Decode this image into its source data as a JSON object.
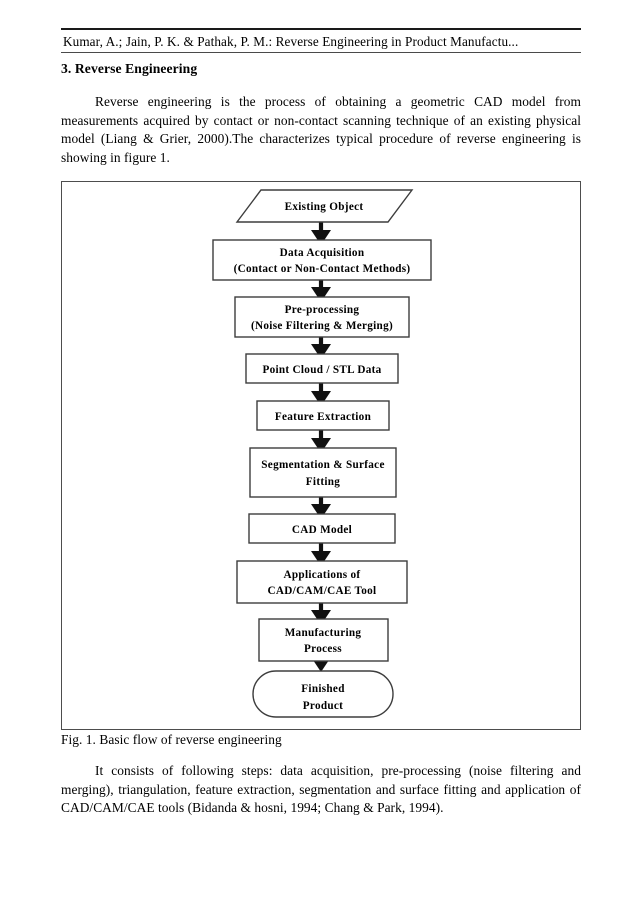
{
  "document": {
    "running_head": "Kumar, A.; Jain, P. K. & Pathak, P. M.: Reverse Engineering in Product Manufactu...",
    "section_heading": "3. Reverse Engineering",
    "paragraph_intro": "Reverse engineering is the process of obtaining a geometric CAD model from measurements acquired by contact or non-contact scanning technique of an existing physical model (Liang & Grier, 2000).The characterizes typical procedure of reverse engineering is showing in figure 1.",
    "figure_caption": "Fig. 1. Basic flow of reverse engineering",
    "paragraph_steps": "It consists of following steps: data acquisition, pre-processing (noise filtering and merging), triangulation, feature extraction, segmentation and surface fitting and application of CAD/CAM/CAE tools (Bidanda & hosni, 1994; Chang & Park, 1994)."
  },
  "figure": {
    "title": "Basic flow of reverse engineering",
    "nodes": [
      {
        "id": "existing-object",
        "shape": "parallelogram",
        "lines": [
          "Existing Object"
        ]
      },
      {
        "id": "data-acquisition",
        "shape": "rect",
        "lines": [
          "Data Acquisition",
          "(Contact or Non-Contact Methods)"
        ]
      },
      {
        "id": "pre-processing",
        "shape": "rect",
        "lines": [
          "Pre-processing",
          "(Noise Filtering & Merging)"
        ]
      },
      {
        "id": "point-cloud",
        "shape": "rect",
        "lines": [
          "Point Cloud / STL Data"
        ]
      },
      {
        "id": "feature-extraction",
        "shape": "rect",
        "lines": [
          "Feature Extraction"
        ]
      },
      {
        "id": "segmentation",
        "shape": "rect",
        "lines": [
          "Segmentation & Surface",
          "Fitting"
        ]
      },
      {
        "id": "cad-model",
        "shape": "rect",
        "lines": [
          "CAD Model"
        ]
      },
      {
        "id": "applications",
        "shape": "rect",
        "lines": [
          "Applications of",
          "CAD/CAM/CAE Tool"
        ]
      },
      {
        "id": "manufacturing",
        "shape": "rect",
        "lines": [
          "Manufacturing",
          "Process"
        ]
      },
      {
        "id": "finished-product",
        "shape": "stadium",
        "lines": [
          "Finished",
          "Product"
        ]
      }
    ],
    "flow_order": [
      "existing-object",
      "data-acquisition",
      "pre-processing",
      "point-cloud",
      "feature-extraction",
      "segmentation",
      "cad-model",
      "applications",
      "manufacturing",
      "finished-product"
    ],
    "colors": {
      "shape_stroke": "#3d3d3d",
      "shape_fill": "#ffffff",
      "arrow": "#111111",
      "frame": "#4d4d4d",
      "text": "#000000"
    }
  }
}
